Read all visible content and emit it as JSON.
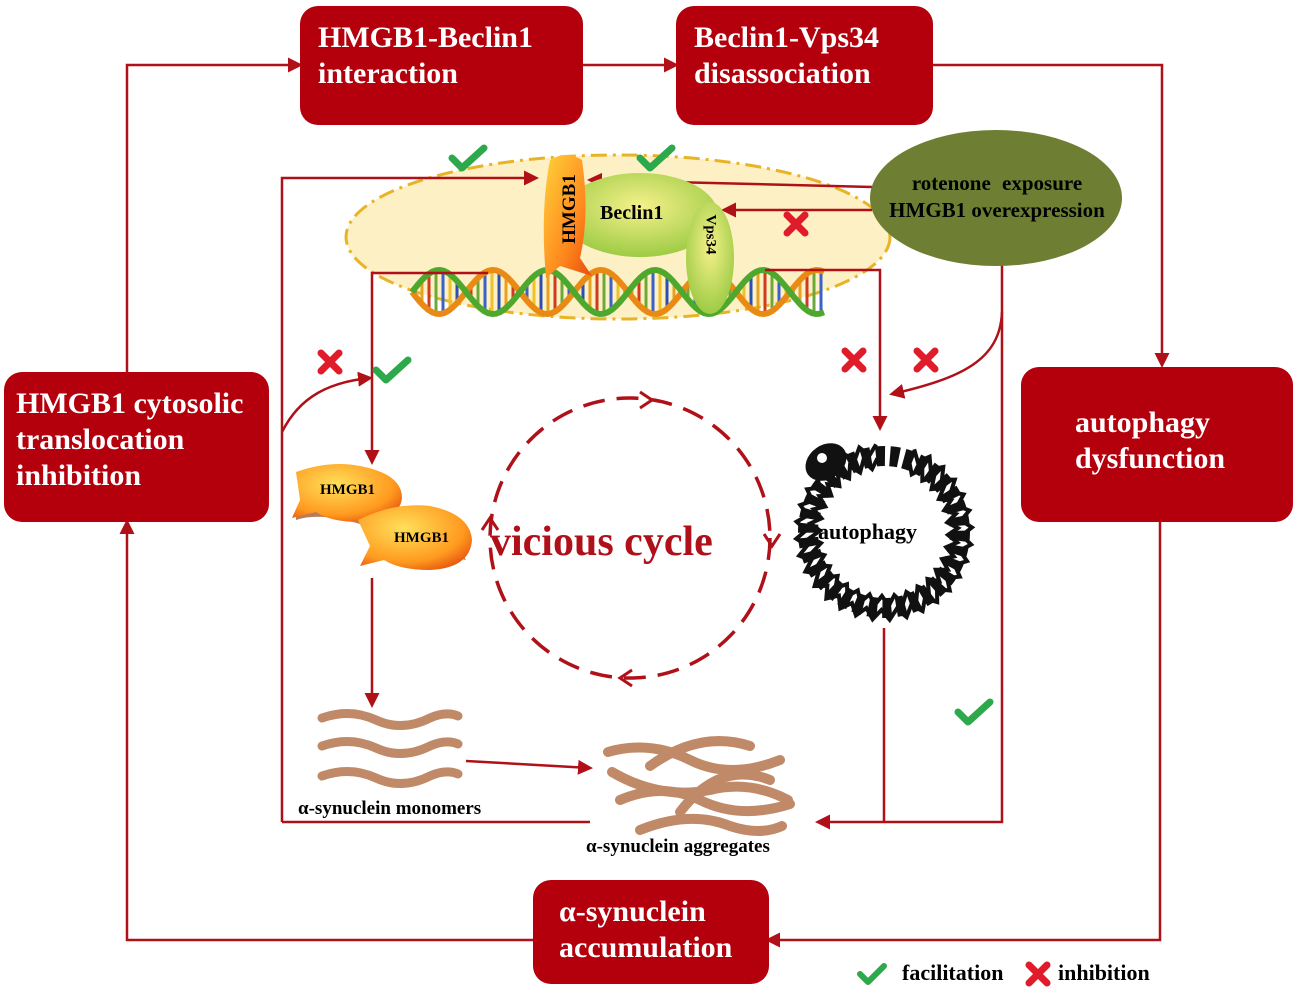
{
  "boxes": {
    "hmgb1_beclin1": [
      "HMGB1-Beclin1",
      "interaction"
    ],
    "beclin1_vps34": [
      "Beclin1-Vps34",
      "disassociation"
    ],
    "hmgb1_translocation": [
      "HMGB1 cytosolic",
      "translocation",
      "inhibition"
    ],
    "autophagy_dysfunction": [
      "autophagy",
      "dysfunction"
    ],
    "synuclein_accumulation": [
      "α-synuclein",
      "accumulation"
    ]
  },
  "trigger": [
    "rotenone exposure",
    "HMGB1 overexpression"
  ],
  "complex": {
    "hmgb1": "HMGB1",
    "beclin1": "Beclin1",
    "vps34": "Vps34"
  },
  "cytosol": {
    "hmgb1_a": "HMGB1",
    "hmgb1_b": "HMGB1"
  },
  "center_label": "vicious cycle",
  "autophagy_label": "autophagy",
  "monomers_label": "α-synuclein monomers",
  "aggregates_label": "α-synuclein aggregates",
  "legend": {
    "facilitation": "facilitation",
    "inhibition": "inhibition"
  },
  "colors": {
    "box": "#b4000c",
    "line": "#b01018",
    "trigger": "#6e7f33",
    "check": "#2da84a",
    "cross": "#e01b2a",
    "ellipse_fill": "#fdf0c4",
    "ellipse_border": "#e8b427"
  }
}
